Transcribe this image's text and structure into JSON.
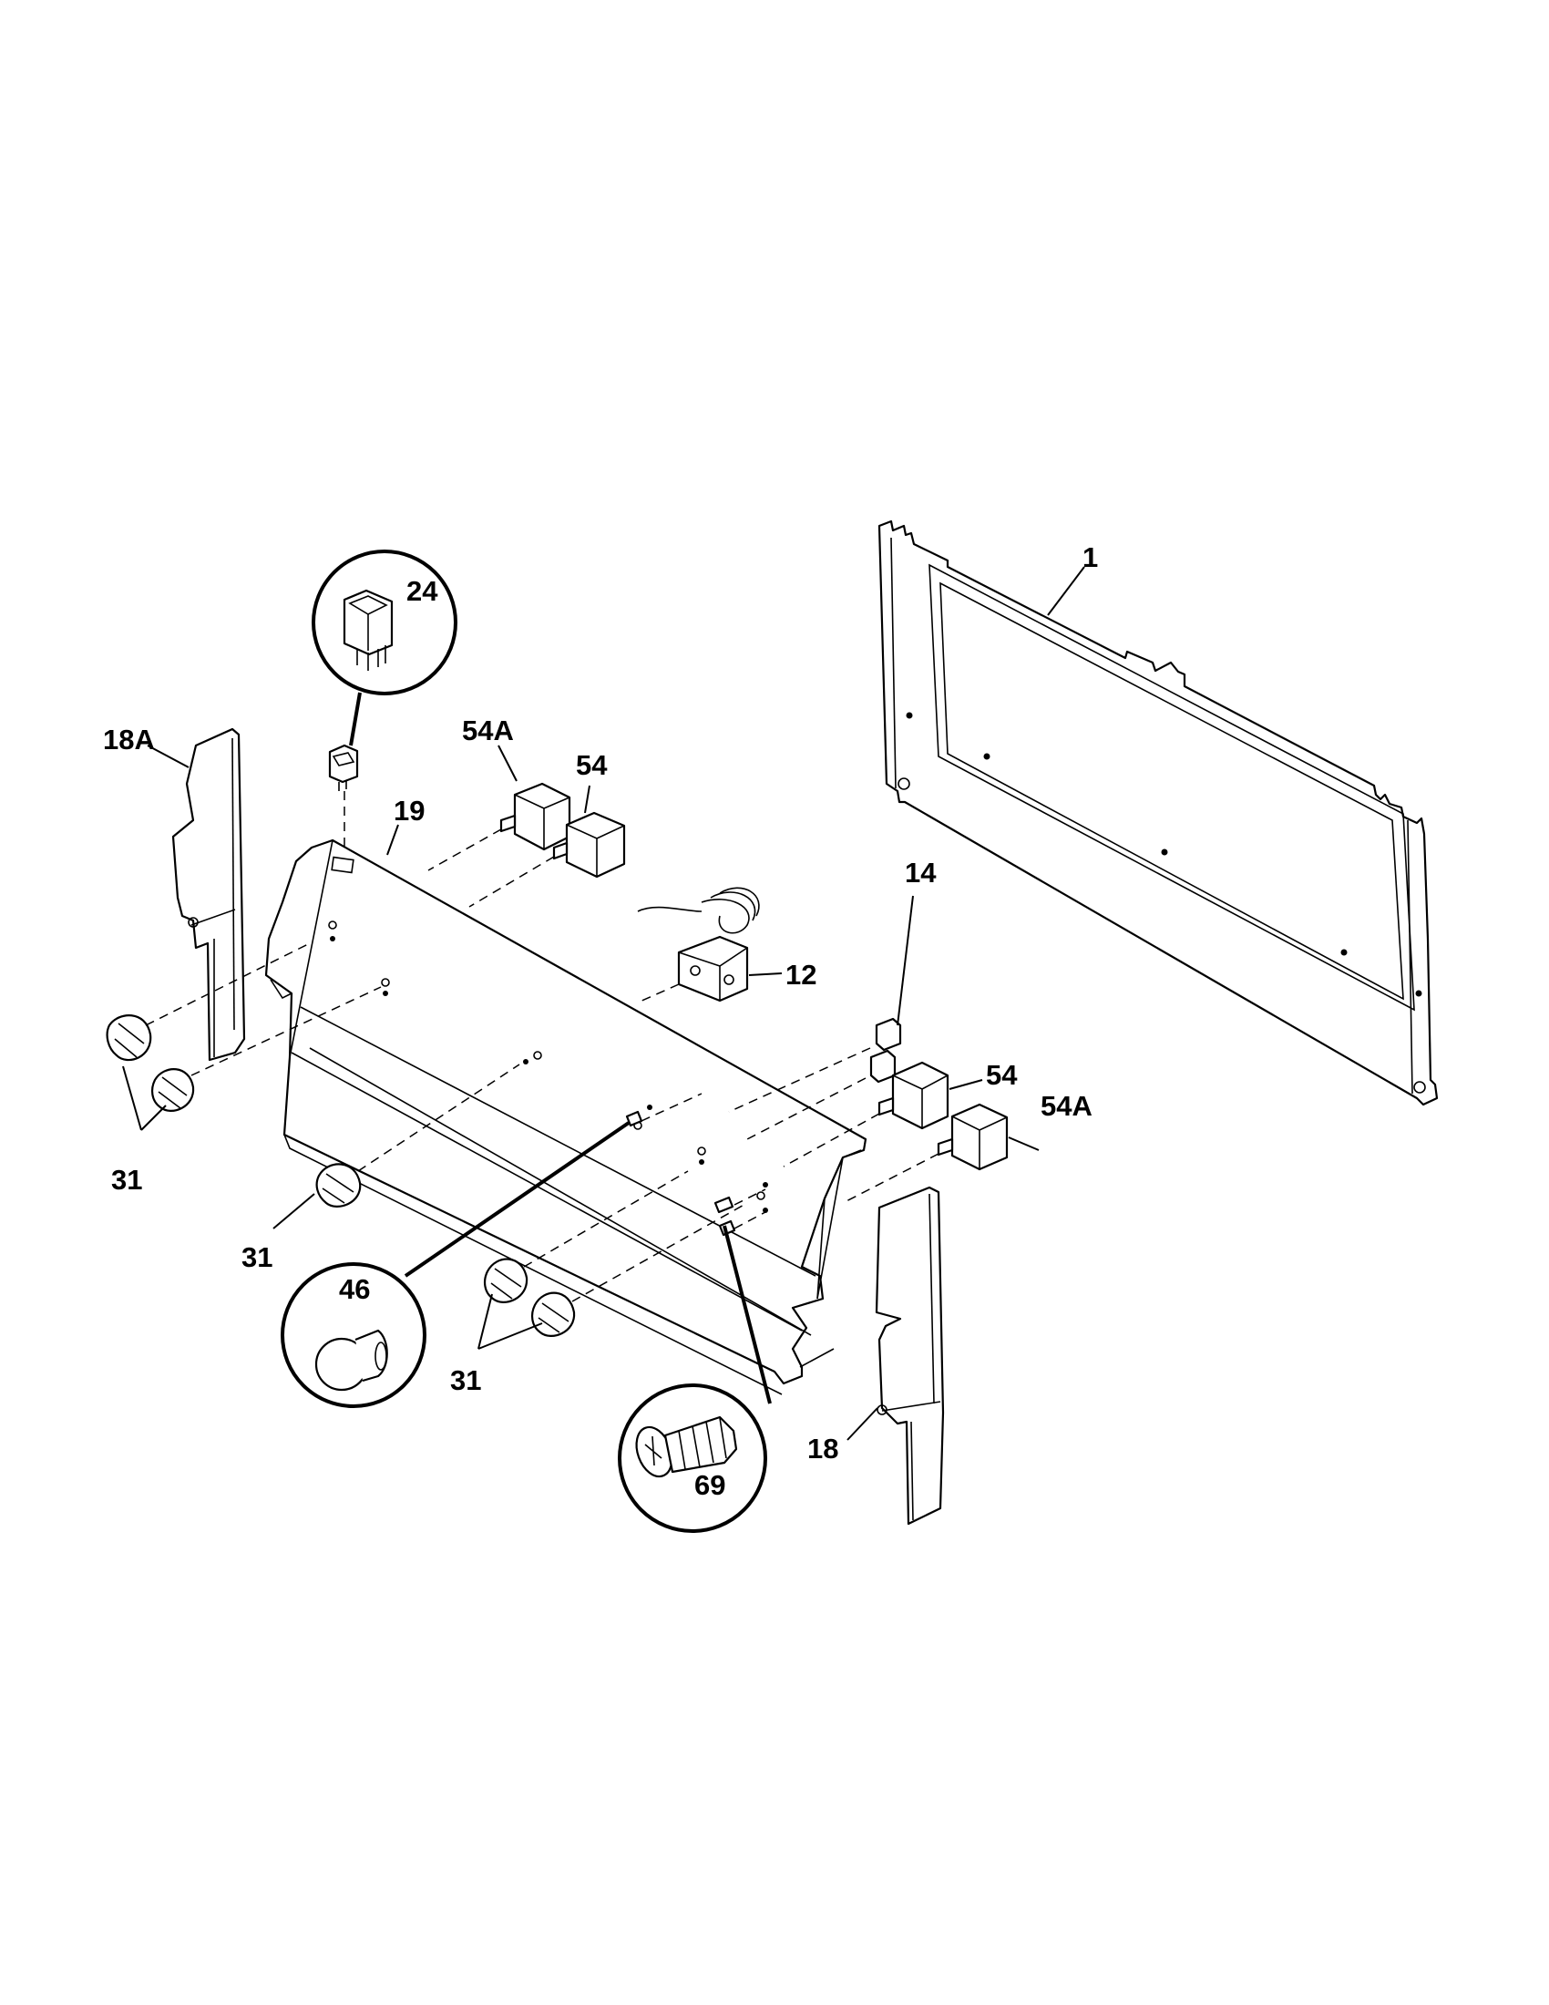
{
  "diagram": {
    "colors": {
      "line": "#000000",
      "background": "#ffffff"
    },
    "callouts": {
      "p1": "1",
      "p12": "12",
      "p14": "14",
      "p18": "18",
      "p18a": "18A",
      "p19": "19",
      "p24": "24",
      "p31_left": "31",
      "p31_mid": "31",
      "p31_bottom": "31",
      "p46": "46",
      "p54_top": "54",
      "p54_right": "54",
      "p54a_top": "54A",
      "p54a_right": "54A",
      "p69": "69"
    }
  }
}
